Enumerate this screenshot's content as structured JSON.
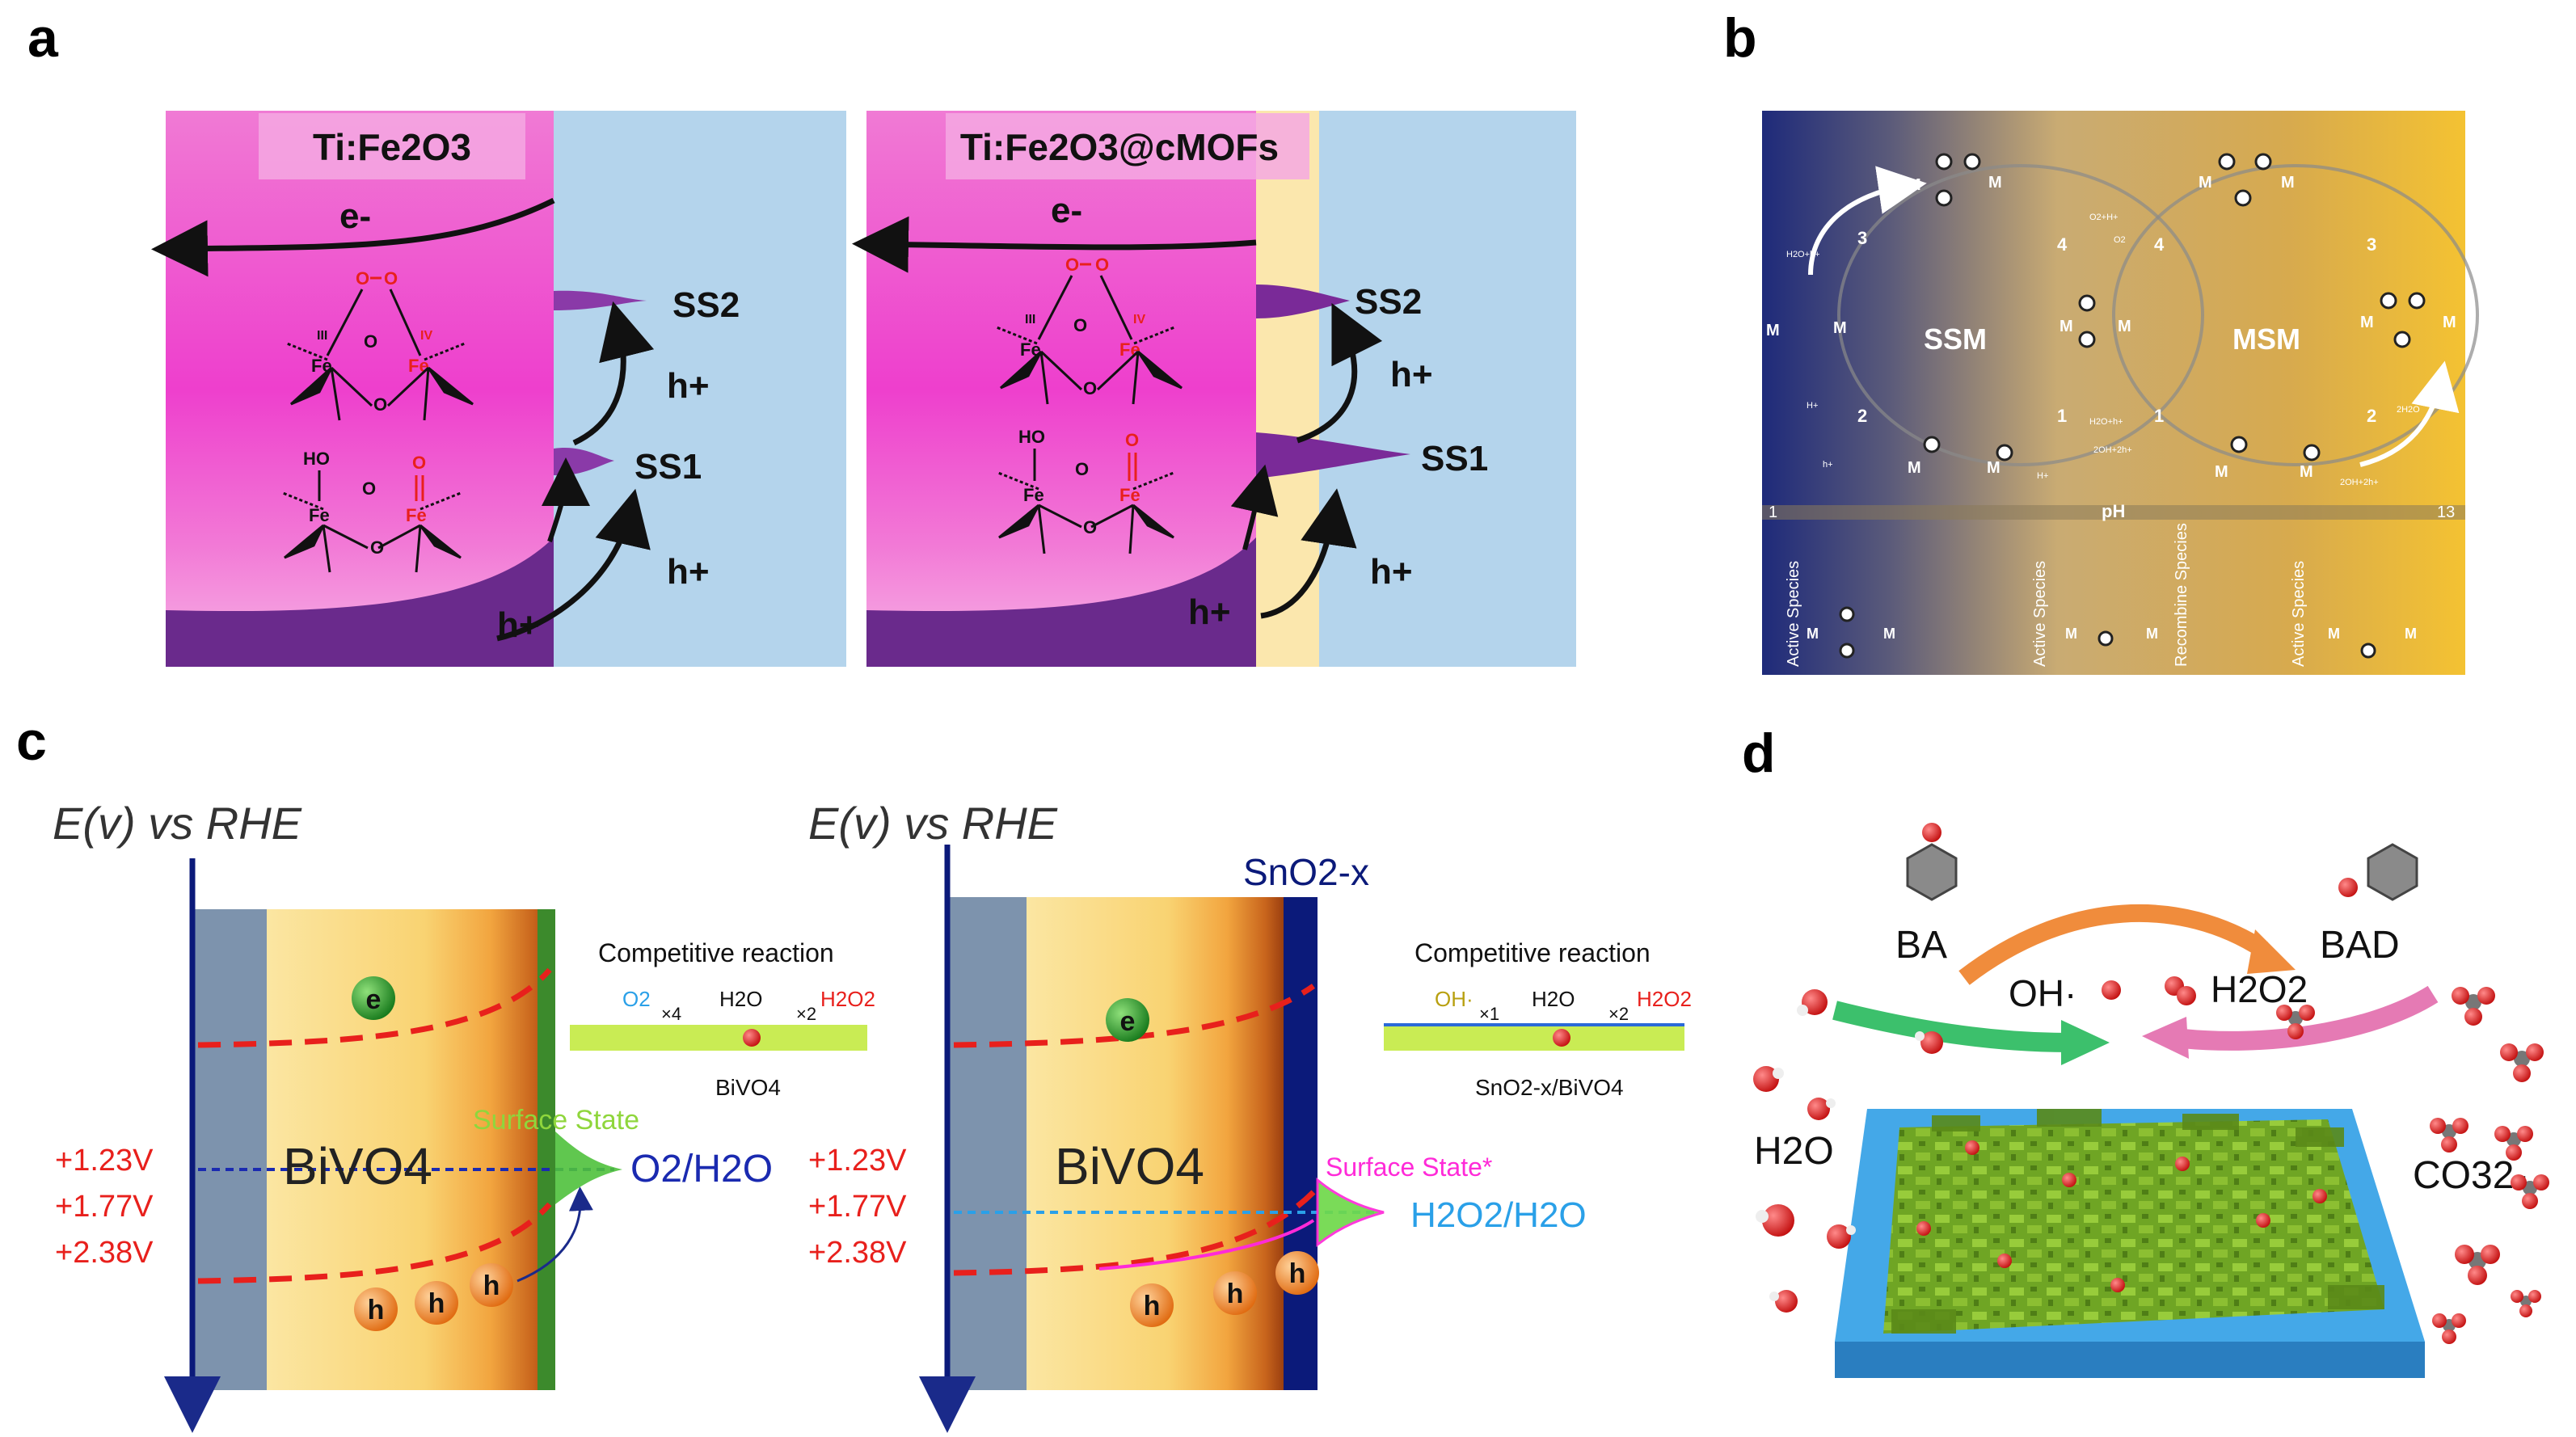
{
  "panels": {
    "a": {
      "letter": "a",
      "left_title": "Ti:Fe2O3",
      "right_title": "Ti:Fe2O3@cMOFs",
      "electron_label": "e-",
      "ss1": "SS1",
      "ss2": "SS2",
      "hole_label": "h+",
      "atom_fe": "Fe",
      "atom_o": "O",
      "atom_ho": "HO",
      "ox_iii": "III",
      "ox_iv": "IV"
    },
    "b": {
      "letter": "b",
      "ssm": "SSM",
      "msm": "MSM",
      "ph_low": "1",
      "ph_label": "pH",
      "ph_high": "13",
      "active_species": "Active Species",
      "recombine_species": "Recombine Species",
      "step_numbers": [
        "3",
        "2",
        "4",
        "1",
        "4",
        "1",
        "3",
        "2"
      ],
      "tiny_labels": [
        "H2O+h+",
        "H+",
        "h+",
        "O2+H+",
        "O2",
        "H2O+h+",
        "2OH+2h+",
        "H+",
        "2H2O",
        "2OH+2h+"
      ]
    },
    "c": {
      "letter": "c",
      "axis_label": "E(v) vs RHE",
      "potentials": [
        "+1.23V",
        "+1.77V",
        "+2.38V"
      ],
      "material": "BiVO4",
      "electron": "e",
      "hole": "h",
      "left": {
        "surface_state": "Surface State",
        "couple": "O2/H2O",
        "comp_title": "Competitive reaction",
        "comp_species": [
          "O2",
          "×4",
          "H2O",
          "×2",
          "H2O2"
        ],
        "comp_substrate": "BiVO4"
      },
      "right": {
        "sno2_label": "SnO2-x",
        "surface_state": "Surface State*",
        "couple": "H2O2/H2O",
        "comp_title": "Competitive reaction",
        "comp_species": [
          "OH·",
          "×1",
          "H2O",
          "×2",
          "H2O2"
        ],
        "comp_substrate": "SnO2-x/BiVO4"
      }
    },
    "d": {
      "letter": "d",
      "ba": "BA",
      "bad": "BAD",
      "oh_radical": "OH·",
      "h2o2": "H2O2",
      "h2o": "H2O",
      "co3": "CO32-"
    }
  },
  "colors": {
    "magenta": "#e93fc4",
    "purple": "#6a2a8c",
    "light_blue": "#b4d4ec",
    "navy": "#0b1a7a",
    "red": "#e8201c",
    "green": "#2f8f2b"
  }
}
